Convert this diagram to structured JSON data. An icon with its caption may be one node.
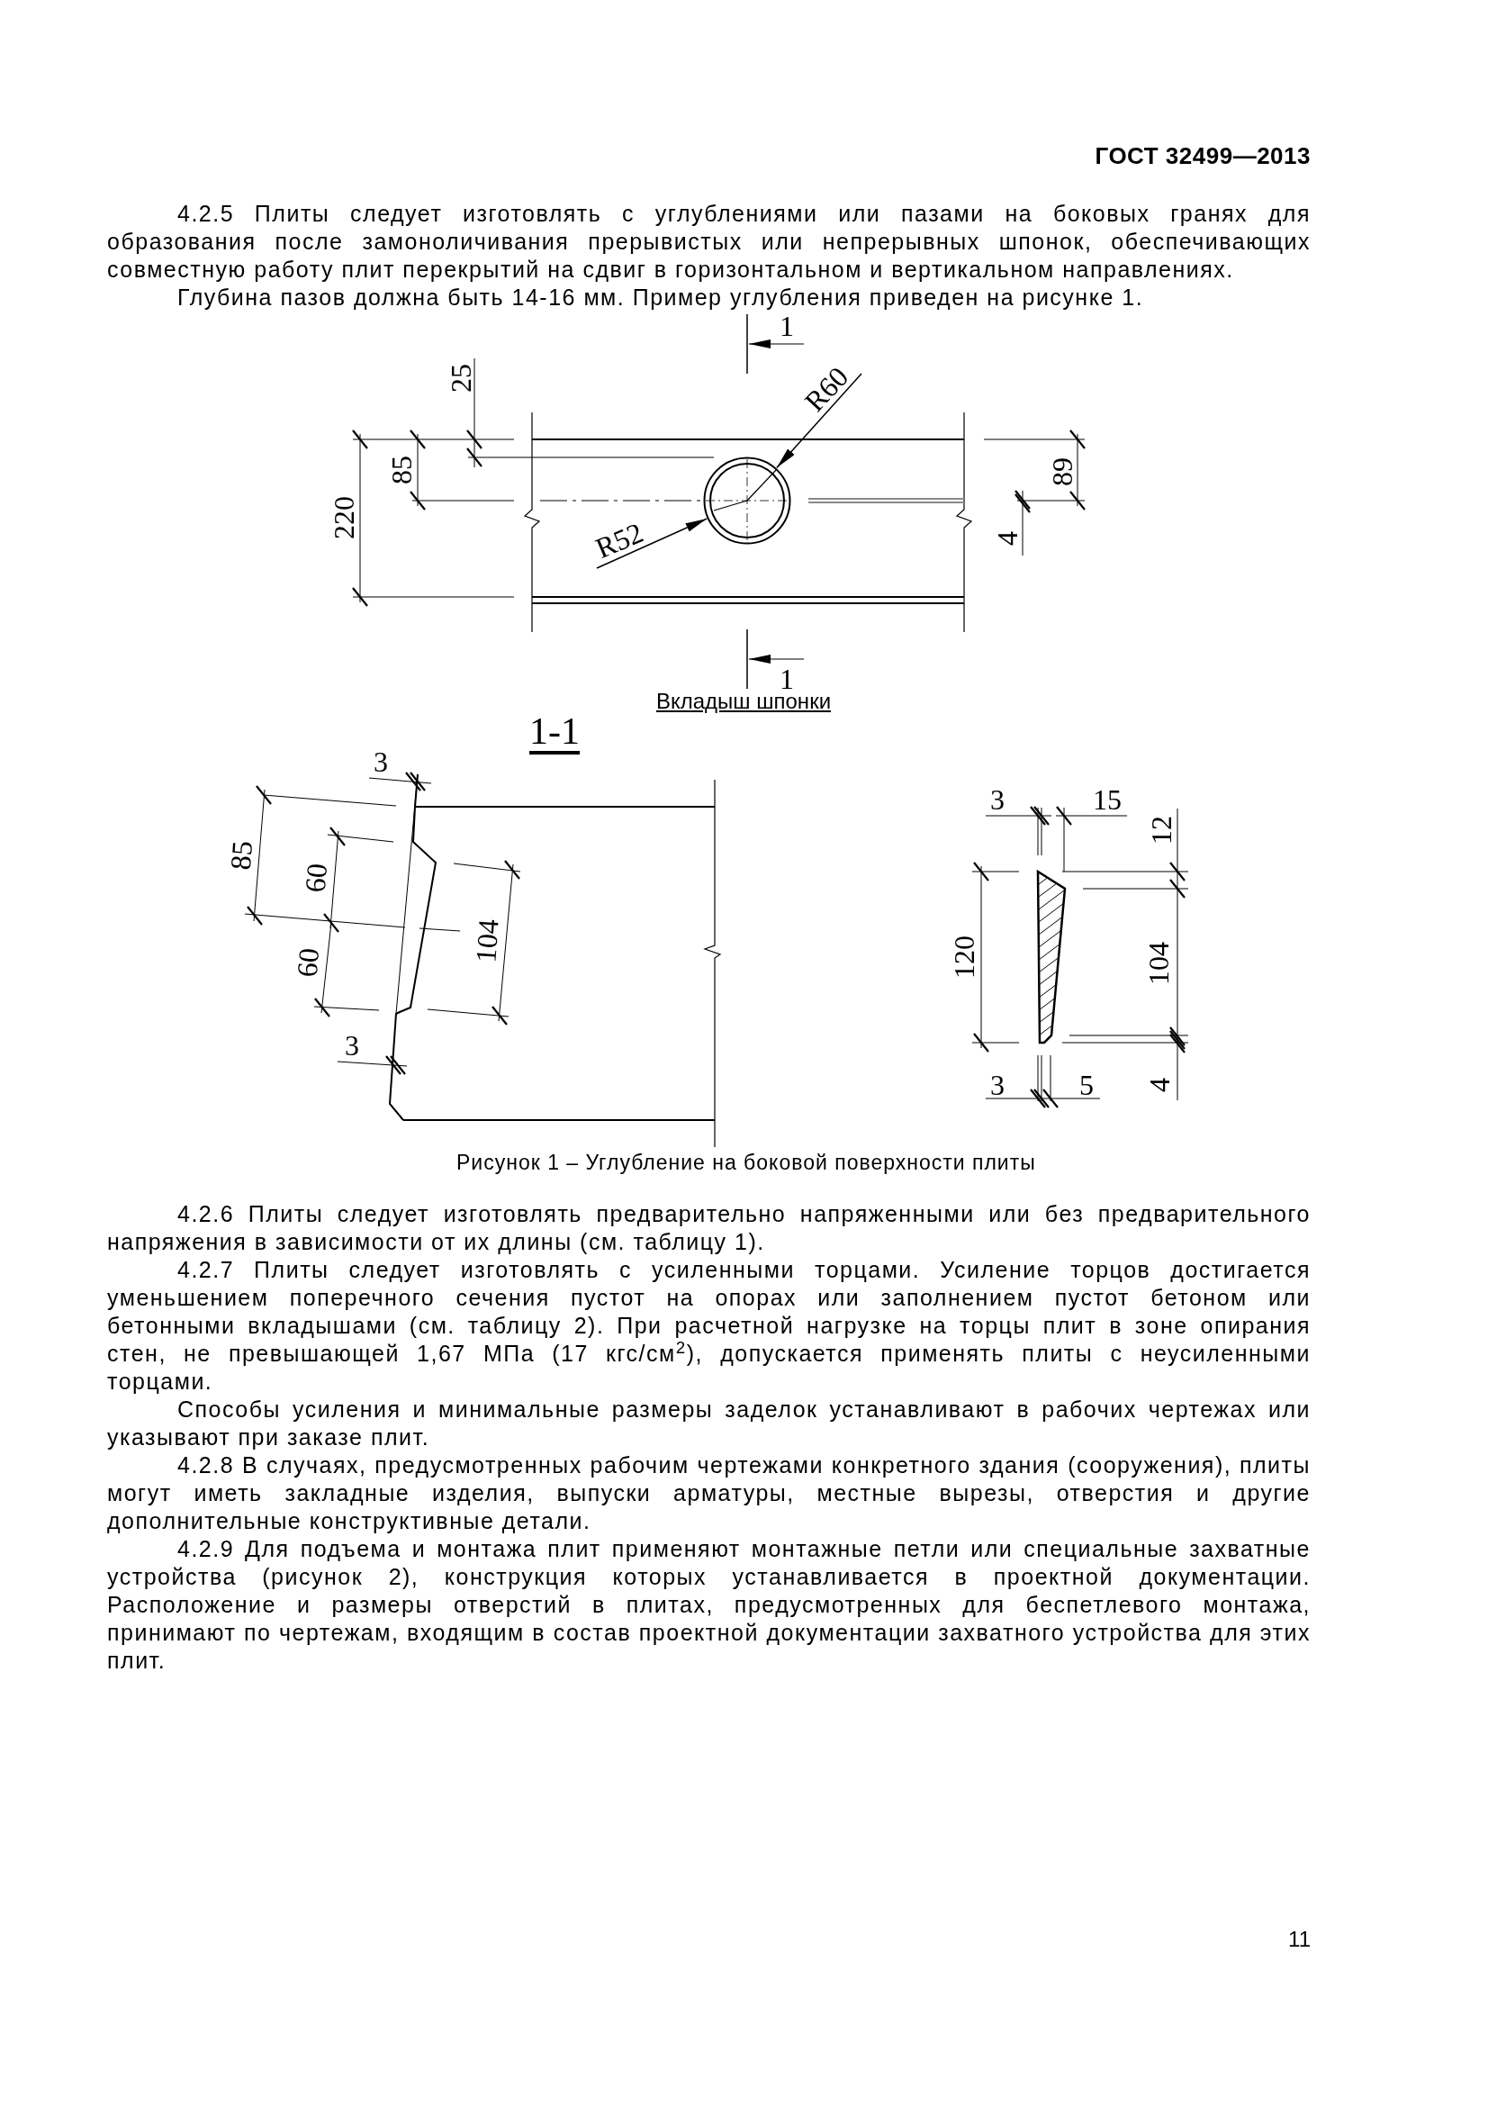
{
  "diagram": {
    "caption": "Рисунок 1 – Углубление на боковой поверхности плиты",
    "nodes": [
      {
        "text": [
          "R60"
        ]
      },
      {
        "text": [
          "R52"
        ]
      },
      {
        "text": [],
        "shape": "circle"
      }
    ],
    "edges": [
      {
        "from": 0,
        "to": 2,
        "arrow": "to"
      },
      {
        "from": 1,
        "to": 2,
        "arrow": "to"
      }
    ],
    "labels": [
      "ГОСТ 32499—2013",
      "4.2.5 Плиты следует изготовлять с углублениями или пазами на боковых гранях для образования после замоноличивания прерывистых или непрерывных шпонок, обеспечивающих совместную работу плит перекрытий на сдвиг в горизонтальном и вертикальном направлениях.",
      "Глубина пазов должна быть 14-16 мм. Пример углубления приведен на рисунке 1.",
      "1",
      "25",
      "85",
      "220",
      "89",
      "4",
      "1",
      "Вкладыш шпонки",
      "1-1",
      "3",
      "85",
      "60",
      "104",
      "60",
      "3",
      "3",
      "15",
      "12",
      "120",
      "104",
      "3",
      "5",
      "4",
      "4.2.6 Плиты следует изготовлять предварительно напряженными или без предварительного напряжения в зависимости от их длины (см. таблицу 1).",
      "4.2.7 Плиты следует изготовлять с усиленными торцами. Усиление торцов достигается уменьшением поперечного сечения пустот на опорах или заполнением пустот бетоном или бетонными вкладышами (см. таблицу 2). При расчетной нагрузке на торцы плит в зоне опирания стен, не превышающей 1,67 МПа (17 кгс/см$^{2}$), допускается применять плиты с неусиленными торцами.",
      "Способы усиления и минимальные размеры заделок устанавливают в рабочих чертежах или указывают при заказе плит.",
      "4.2.8 В случаях, предусмотренных рабочим чертежами конкретного здания (сооружения), плиты могут иметь закладные изделия, выпуски арматуры, местные вырезы, отверстия и другие дополнительные конструктивные детали.",
      "4.2.9 Для подъема и монтажа плит применяют монтажные петли или специальные захватные устройства (рисунок 2), конструкция которых устанавливается в проектной документации. Расположение и размеры отверстий в плитах, предусмотренных для беспетлевого монтажа, принимают по чертежам, входящим в состав проектной документации захватного устройства для этих плит.",
      "11"
    ]
  }
}
